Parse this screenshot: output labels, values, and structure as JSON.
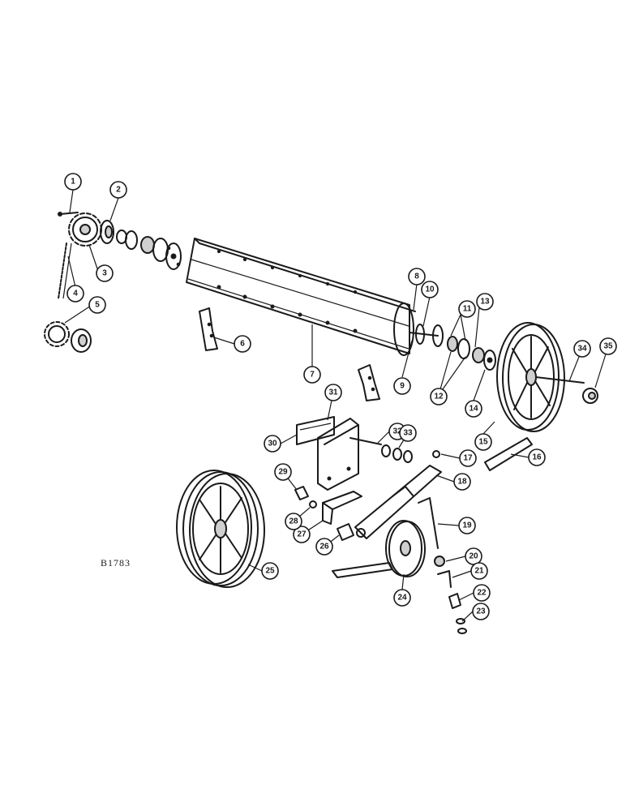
{
  "figure_code": "B1783",
  "callouts": [
    {
      "id": "callout-1",
      "label": "1"
    },
    {
      "id": "callout-2",
      "label": "2"
    },
    {
      "id": "callout-3",
      "label": "3"
    },
    {
      "id": "callout-4",
      "label": "4"
    },
    {
      "id": "callout-5",
      "label": "5"
    },
    {
      "id": "callout-6",
      "label": "6"
    },
    {
      "id": "callout-7",
      "label": "7"
    },
    {
      "id": "callout-8",
      "label": "8"
    },
    {
      "id": "callout-9",
      "label": "9"
    },
    {
      "id": "callout-10",
      "label": "10"
    },
    {
      "id": "callout-11",
      "label": "11"
    },
    {
      "id": "callout-12",
      "label": "12"
    },
    {
      "id": "callout-13",
      "label": "13"
    },
    {
      "id": "callout-14",
      "label": "14"
    },
    {
      "id": "callout-15",
      "label": "15"
    },
    {
      "id": "callout-16",
      "label": "16"
    },
    {
      "id": "callout-17",
      "label": "17"
    },
    {
      "id": "callout-18",
      "label": "18"
    },
    {
      "id": "callout-19",
      "label": "19"
    },
    {
      "id": "callout-20",
      "label": "20"
    },
    {
      "id": "callout-21",
      "label": "21"
    },
    {
      "id": "callout-22",
      "label": "22"
    },
    {
      "id": "callout-23",
      "label": "23"
    },
    {
      "id": "callout-24",
      "label": "24"
    },
    {
      "id": "callout-25",
      "label": "25"
    },
    {
      "id": "callout-26",
      "label": "26"
    },
    {
      "id": "callout-27",
      "label": "27"
    },
    {
      "id": "callout-28",
      "label": "28"
    },
    {
      "id": "callout-29",
      "label": "29"
    },
    {
      "id": "callout-30",
      "label": "30"
    },
    {
      "id": "callout-31",
      "label": "31"
    },
    {
      "id": "callout-32",
      "label": "32"
    },
    {
      "id": "callout-33",
      "label": "33"
    },
    {
      "id": "callout-34",
      "label": "34"
    },
    {
      "id": "callout-35",
      "label": "35"
    }
  ]
}
